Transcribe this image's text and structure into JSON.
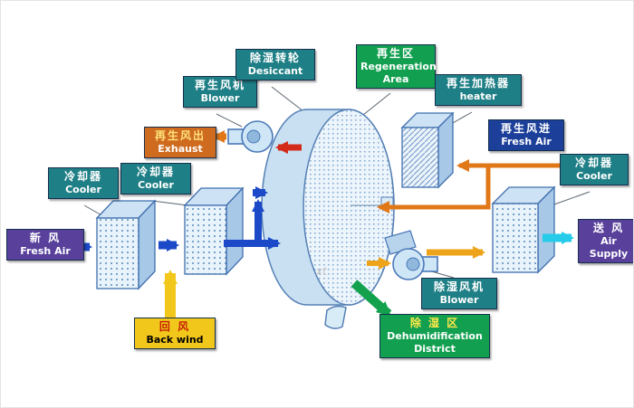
{
  "title": "Desiccant wheel dehumidification system diagram",
  "watermark": "xt",
  "colors": {
    "process_air_blue": "#1b49c8",
    "back_wind_yellow": "#f2c71c",
    "regen_orange": "#e07818",
    "hot_air_red": "#d42a1a",
    "supply_gold": "#eda41a",
    "air_supply_cyan": "#25cbe8",
    "district_green": "#13a14e",
    "label_teal": "#1f7f86",
    "label_purple": "#58409b",
    "label_green": "#12a050",
    "label_navy": "#1c3f9a",
    "label_orange": "#cf6b1f",
    "label_yellow": "#f2c71c"
  },
  "labels": {
    "fresh_air_in": {
      "zh": "新  风",
      "en": "Fresh Air"
    },
    "cooler1": {
      "zh": "冷却器",
      "en": "Cooler"
    },
    "cooler2": {
      "zh": "冷却器",
      "en": "Cooler"
    },
    "back_wind": {
      "zh": "回  风",
      "en": "Back wind"
    },
    "regen_blower": {
      "zh": "再生风机",
      "en": "Blower"
    },
    "exhaust": {
      "zh": "再生风出",
      "en": "Exhaust"
    },
    "desiccant": {
      "zh": "除湿转轮",
      "en": "Desiccant"
    },
    "regen_area": {
      "zh": "再生区",
      "en": "Regeneration Area"
    },
    "heater": {
      "zh": "再生加热器",
      "en": "heater"
    },
    "regen_fresh_air": {
      "zh": "再生风进",
      "en": "Fresh Air"
    },
    "cooler3": {
      "zh": "冷却器",
      "en": "Cooler"
    },
    "air_supply": {
      "zh": "送  风",
      "en": "Air Supply"
    },
    "dehum_blower": {
      "zh": "除湿风机",
      "en": "Blower"
    },
    "dehum_district": {
      "zh": "除 湿 区",
      "en": "Dehumidification District"
    }
  }
}
